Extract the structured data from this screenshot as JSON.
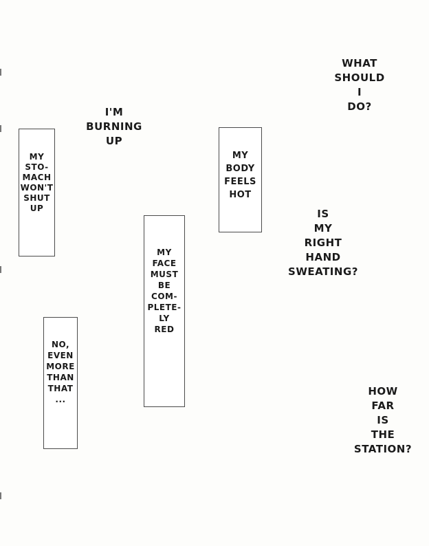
{
  "captions": {
    "what_should_i_do": [
      "WHAT",
      "SHOULD",
      "I",
      "DO?"
    ],
    "burning_up": [
      "I'M",
      "BURNING",
      "UP"
    ],
    "is_my_right_hand": [
      "IS",
      "MY",
      "RIGHT",
      "HAND",
      "SWEATING?"
    ],
    "how_far_station": [
      "HOW",
      "FAR",
      "IS",
      "THE",
      "STATION?"
    ]
  },
  "boxes": {
    "stomach": [
      "MY",
      "STO-",
      "MACH",
      "WON'T",
      "SHUT",
      "UP"
    ],
    "body_hot": [
      "MY",
      "BODY",
      "FEELS",
      "HOT"
    ],
    "face_red": [
      "MY",
      "FACE",
      "MUST",
      "BE",
      "COM-",
      "PLETE-",
      "LY",
      "RED"
    ],
    "even_more": [
      "NO,",
      "EVEN",
      "MORE",
      "THAN",
      "THAT",
      "..."
    ]
  }
}
